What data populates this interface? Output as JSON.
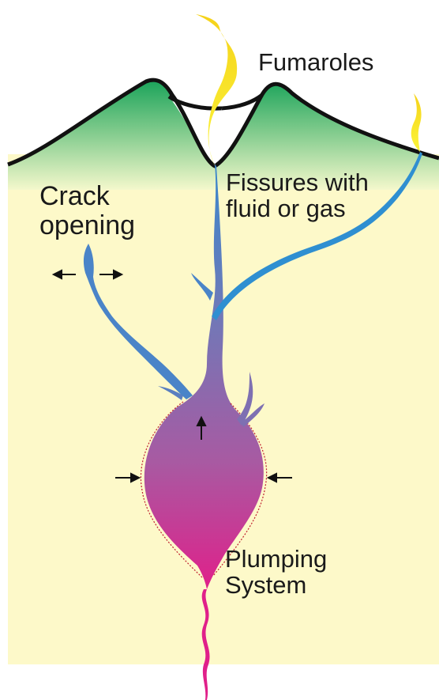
{
  "labels": {
    "fumaroles": "Fumaroles",
    "fissures_line1": "Fissures with",
    "fissures_line2": "fluid or gas",
    "crack_line1": "Crack",
    "crack_line2": "opening",
    "plumping_line1": "Plumping",
    "plumping_line2": "System"
  },
  "colors": {
    "ground": "#fdf9c9",
    "volcano_top": "#1aa35a",
    "volcano_bottom": "#eef6c6",
    "fissure_blue": "#2f8fd1",
    "chamber_top": "#6f79b8",
    "chamber_bottom": "#e0208a",
    "fumarole_yellow": "#f7ee1a"
  }
}
